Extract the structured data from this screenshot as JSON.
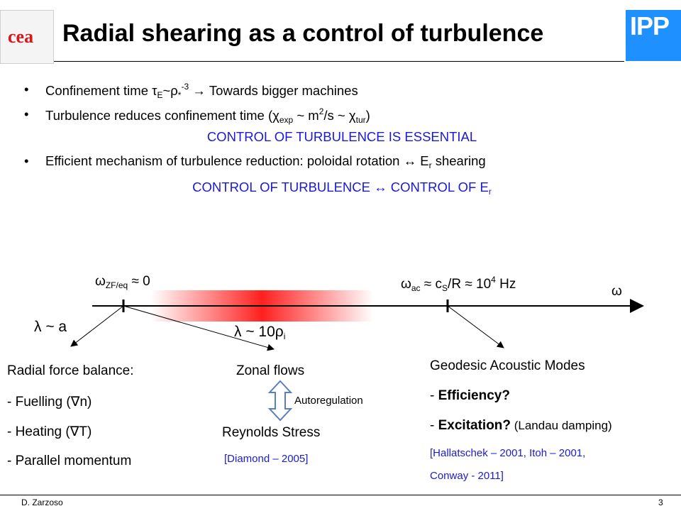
{
  "logo_left": "cea",
  "logo_right": "IPP",
  "title": "Radial shearing as a control of turbulence",
  "bullets": {
    "b1": {
      "t1": "Confinement time ",
      "tau": "τ",
      "tau_sub": "E",
      "mid": "~",
      "rho": "ρ",
      "rho_sub": "*",
      "rho_sup": "-3",
      "rest": " → Towards bigger machines"
    },
    "b2": {
      "t1": "Turbulence reduces confinement time (",
      "chi1": "χ",
      "chi1_sub": "exp",
      "t2": " ~ m",
      "m_sup": "2",
      "t3": "/s ~ ",
      "chi2": "χ",
      "chi2_sub": "tur",
      "t4": ")"
    },
    "center1": "CONTROL OF TURBULENCE IS ESSENTIAL",
    "b3": {
      "t1": "Efficient mechanism of turbulence reduction: poloidal rotation ↔ E",
      "sub": "r",
      "t2": " shearing"
    },
    "center2": {
      "t1": "CONTROL OF TURBULENCE ↔ CONTROL OF E",
      "sub": "r"
    }
  },
  "diagram": {
    "omega_zf": {
      "w": "ω",
      "sub": "ZF/eq",
      "rest": " ≈ 0"
    },
    "omega_ac": {
      "w": "ω",
      "sub1": "ac",
      "mid": " ≈ c",
      "sub2": "S",
      "rest": "/R ≈ 10",
      "sup": "4",
      "unit": " Hz"
    },
    "omega_axis": "ω",
    "lambda_a": "λ ~ a",
    "lambda_mid": {
      "t": "λ ~ 10",
      "rho": "ρ",
      "sub": "i"
    },
    "left_box": {
      "title": "Radial force balance:",
      "item1_pre": "- Fuelling (",
      "item1_nabla": "∇",
      "item1_post": "n)",
      "item2_pre": "- Heating (",
      "item2_nabla": "∇",
      "item2_post": "T)",
      "item3": "- Parallel momentum"
    },
    "middle_box": {
      "zonal": "Zonal flows",
      "autoreg": "Autoregulation",
      "reynolds": "Reynolds Stress",
      "ref": "[Diamond – 2005]"
    },
    "right_box": {
      "title": "Geodesic Acoustic Modes",
      "item1_pre": "- ",
      "item1_bold": "Efficiency?",
      "item2_pre": "- ",
      "item2_bold": "Excitation?",
      "item2_post": " (Landau damping)",
      "ref1": "[Hallatschek – 2001, Itoh – 2001,",
      "ref2": "Conway - 2011]"
    }
  },
  "footer": {
    "author": "D. Zarzoso",
    "page": "3"
  },
  "colors": {
    "blue": "#1a1ad6",
    "ipp_blue": "#1e90ff",
    "cea_red": "#d21a1a",
    "gradient_red": "#ff2020"
  }
}
